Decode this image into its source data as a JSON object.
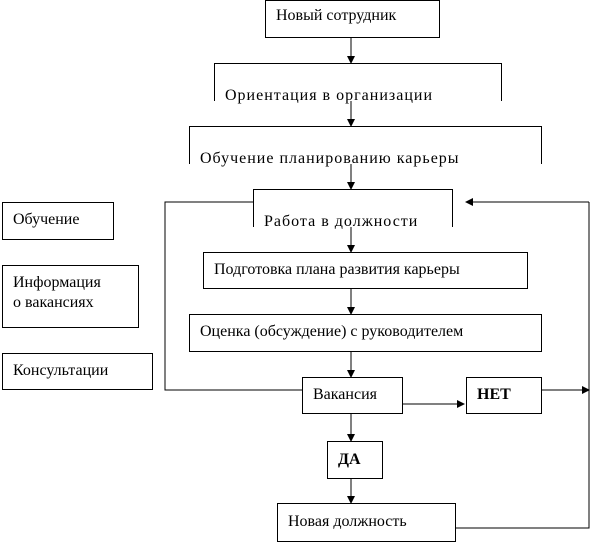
{
  "flowchart": {
    "new_employee": "Новый сотрудник",
    "orientation": "Ориентация в организации",
    "career_planning_training": "Обучение планированию карьеры",
    "work_in_position": "Работа в должности",
    "development_plan": "Подготовка плана развития карьеры",
    "evaluation": "Оценка (обсуждение) с руководителем",
    "vacancy": "Вакансия",
    "no": "НЕТ",
    "yes": "ДА",
    "new_position": "Новая должность"
  },
  "side_panel": {
    "training": "Обучение",
    "vacancy_info_line1": "Информация",
    "vacancy_info_line2": "о вакансиях",
    "consultations": "Консультации"
  }
}
